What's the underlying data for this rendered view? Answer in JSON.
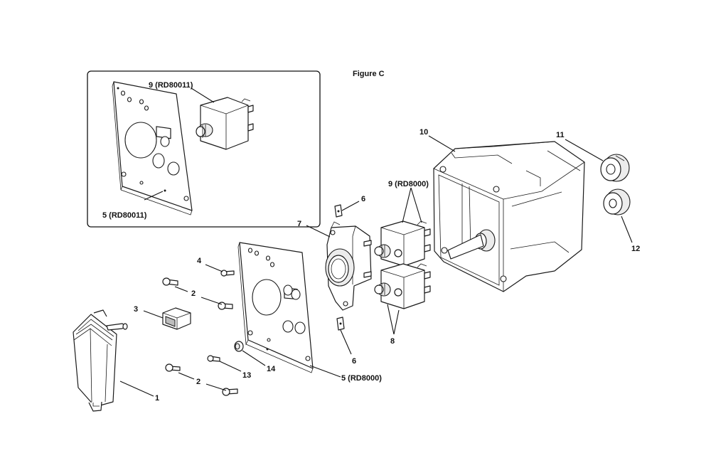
{
  "figure_title": "Figure C",
  "inset": {
    "labels": {
      "switch": "9 (RD80011)",
      "plate": "5 (RD80011)"
    }
  },
  "callouts": {
    "c1": "1",
    "c2a": "2",
    "c2b": "2",
    "c3": "3",
    "c4": "4",
    "c5": "5 (RD8000)",
    "c6a": "6",
    "c6b": "6",
    "c7": "7",
    "c8": "8",
    "c9": "9 (RD8000)",
    "c10": "10",
    "c11": "11",
    "c12": "12",
    "c13": "13",
    "c14": "14"
  }
}
